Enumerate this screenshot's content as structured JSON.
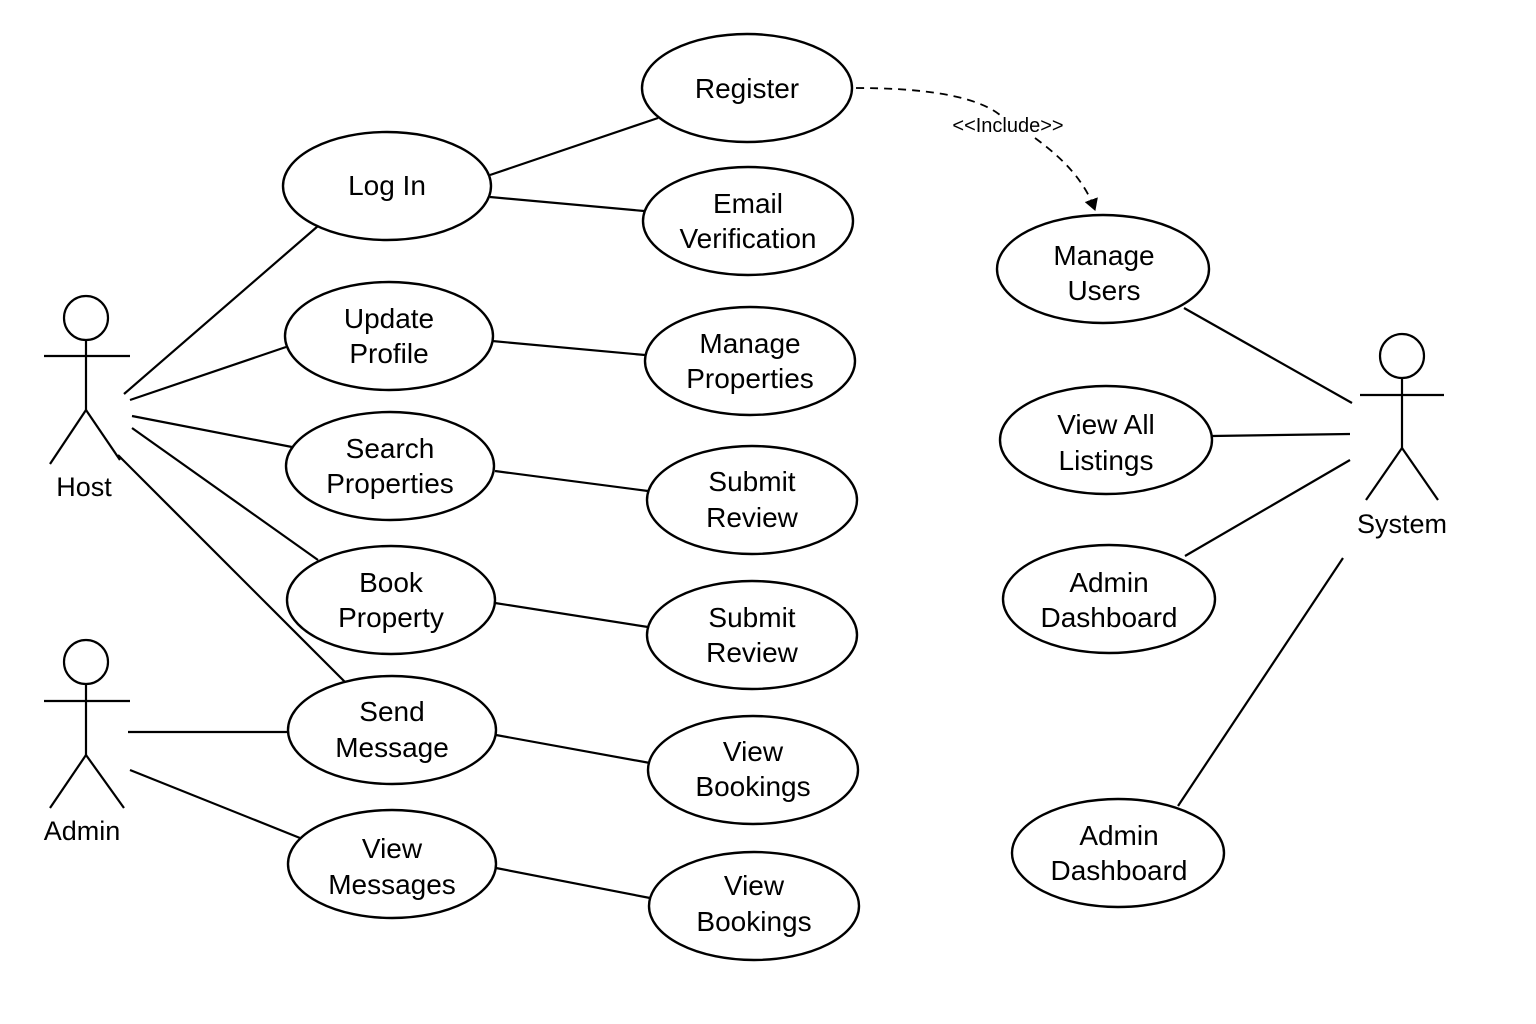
{
  "actors": {
    "host": "Host",
    "admin": "Admin",
    "system": "System"
  },
  "use_cases": {
    "register": [
      "Register"
    ],
    "log_in": [
      "Log In"
    ],
    "email_verification": [
      "Email",
      "Verification"
    ],
    "update_profile": [
      "Update",
      "Profile"
    ],
    "manage_properties": [
      "Manage",
      "Properties"
    ],
    "search_properties": [
      "Search",
      "Properties"
    ],
    "submit_review_1": [
      "Submit",
      "Review"
    ],
    "book_property": [
      "Book",
      "Property"
    ],
    "submit_review_2": [
      "Submit",
      "Review"
    ],
    "send_message": [
      "Send",
      "Message"
    ],
    "view_bookings_1": [
      "View",
      "Bookings"
    ],
    "view_messages": [
      "View",
      "Messages"
    ],
    "view_bookings_2": [
      "View",
      "Bookings"
    ],
    "manage_users": [
      "Manage",
      "Users"
    ],
    "view_all_listings": [
      "View All",
      "Listings"
    ],
    "admin_dashboard_1": [
      "Admin",
      "Dashboard"
    ],
    "admin_dashboard_2": [
      "Admin",
      "Dashboard"
    ]
  },
  "relationships": {
    "include_label": "<<Include>>"
  },
  "colors": {
    "stroke": "#000000",
    "background": "#ffffff"
  }
}
